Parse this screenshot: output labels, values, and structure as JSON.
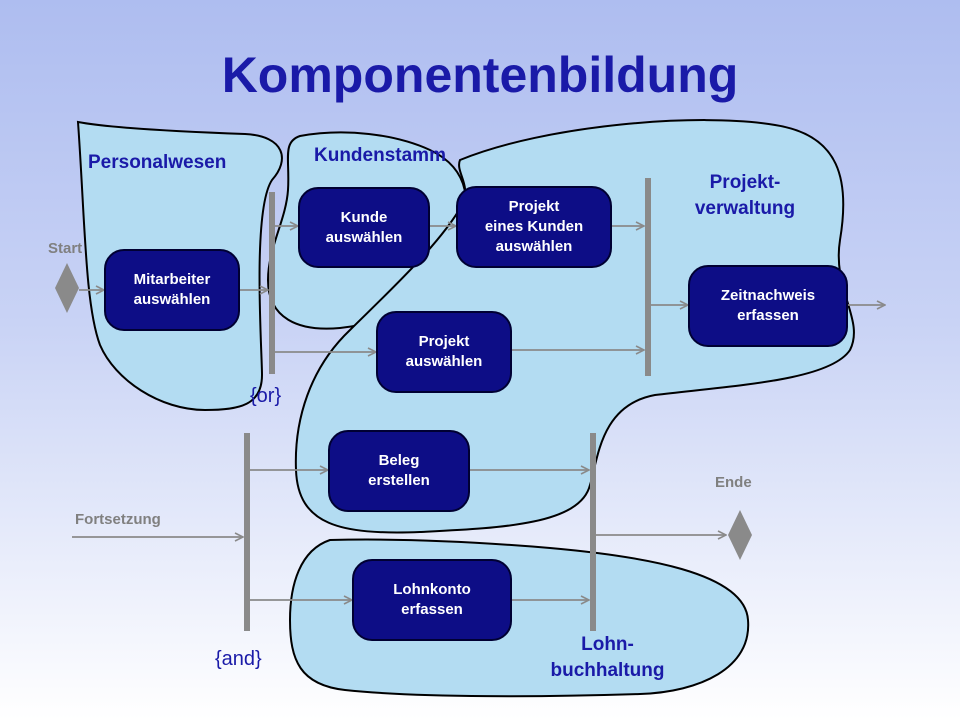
{
  "title": "Komponentenbildung",
  "colors": {
    "region_fill": "#b3dcf2",
    "node_fill": "#0d0d86",
    "label_text": "#1a1aa8",
    "flow_line": "#8a8a8a"
  },
  "regions": {
    "personalwesen": "Personalwesen",
    "kundenstamm": "Kundenstamm",
    "projektverwaltung": "Projekt-\nverwaltung",
    "lohnbuchhaltung": "Lohn-\nbuchhaltung"
  },
  "nodes": {
    "mitarbeiter": "Mitarbeiter\nauswählen",
    "kunde": "Kunde\nauswählen",
    "projekt_kunde": "Projekt\neines Kunden\nauswählen",
    "projekt": "Projekt\nauswählen",
    "zeitnachweis": "Zeitnachweis\nerfassen",
    "beleg": "Beleg\nerstellen",
    "lohnkonto": "Lohnkonto\nerfassen"
  },
  "labels": {
    "start": "Start",
    "ende": "Ende",
    "fortsetzung": "Fortsetzung",
    "or_guard": "{or}",
    "and_guard": "{and}"
  }
}
